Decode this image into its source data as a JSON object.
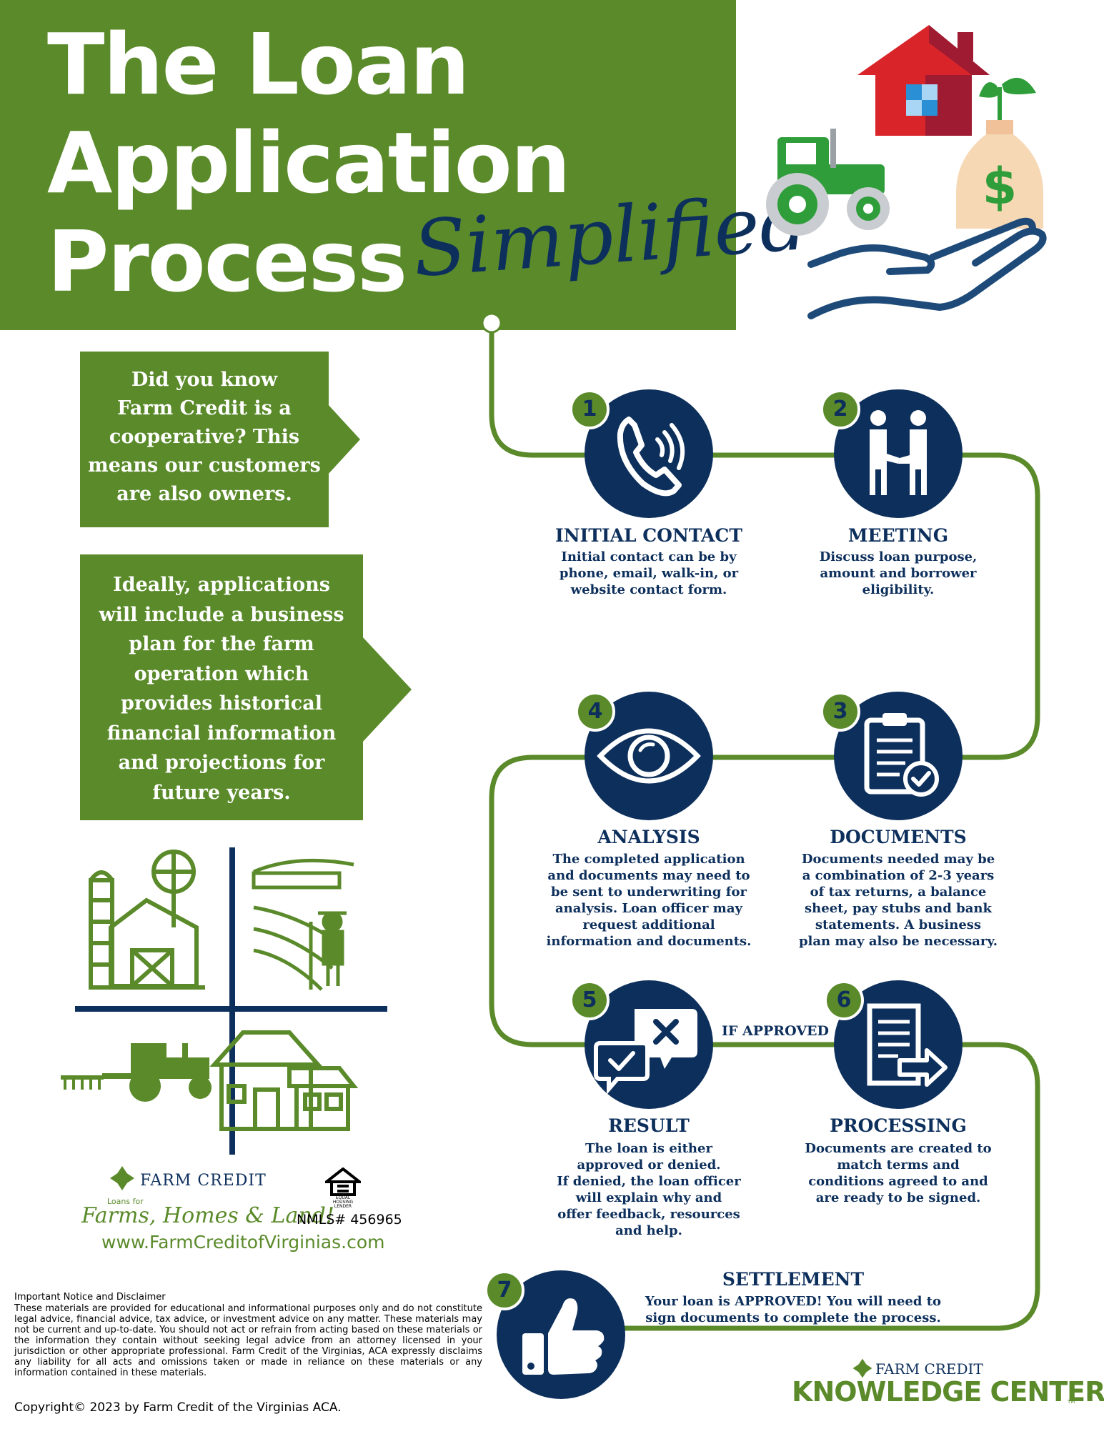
{
  "header": {
    "title_lines": [
      "The Loan",
      "Application",
      "Process"
    ],
    "title_script": "Simplified"
  },
  "callouts": [
    {
      "text": "Did you know\nFarm Credit is a\ncooperative?  This\nmeans our customers\nare also owners."
    },
    {
      "text": "Ideally, applications\nwill include a business\nplan for the farm\noperation which\nprovides historical\nfinancial information\nand projections for\nfuture years."
    }
  ],
  "steps": [
    {
      "number": "1",
      "icon": "phone-icon",
      "title": "INITIAL CONTACT",
      "description": "Initial contact can be by\nphone, email, walk-in, or\nwebsite contact form."
    },
    {
      "number": "2",
      "icon": "handshake-icon",
      "title": "MEETING",
      "description": "Discuss loan purpose,\namount and borrower\neligibility."
    },
    {
      "number": "3",
      "icon": "clipboard-check-icon",
      "title": "DOCUMENTS",
      "description": "Documents needed may be\na combination of 2-3 years\nof tax returns, a balance\nsheet, pay stubs and bank\nstatements.  A business\nplan may also be necessary."
    },
    {
      "number": "4",
      "icon": "eye-icon",
      "title": "ANALYSIS",
      "description": "The completed application\nand documents may need to\nbe sent to underwriting for\nanalysis.  Loan officer may\nrequest additional\ninformation and documents."
    },
    {
      "number": "5",
      "icon": "chat-check-x-icon",
      "title": "RESULT",
      "description": "The loan is either\napproved or denied.\nIf denied, the loan officer\nwill explain why and\noffer feedback, resources\nand help."
    },
    {
      "number": "6",
      "icon": "document-arrow-icon",
      "title": "PROCESSING",
      "description": "Documents are created to\nmatch terms and\nconditions agreed to and\nare ready to be signed."
    },
    {
      "number": "7",
      "icon": "thumbs-up-icon",
      "title": "SETTLEMENT",
      "description": "Your loan is APPROVED!  You will need to\nsign documents to complete the process."
    }
  ],
  "connector_label": "IF APPROVED",
  "branding": {
    "farm_credit": "FARM CREDIT",
    "tagline_small": "Loans for",
    "tagline": "Farms, Homes & Land!",
    "website": "www.FarmCreditofVirginias.com",
    "ehl_text": "EQUAL HOUSING LENDER",
    "nmls": "NMLS# 456965",
    "kc_brand": "FARM CREDIT",
    "kc_title": "KNOWLEDGE CENTER",
    "kc_tm": "TM"
  },
  "disclaimer": {
    "heading": "Important Notice and Disclaimer",
    "body": "These materials are provided for educational and informational purposes only and do not constitute legal advice, financial advice, tax advice, or investment advice on any matter. These materials may not be current and up-to-date. You should not act or refrain from acting based on these materials or the information they contain without seeking legal advice from an attorney licensed in your jurisdiction or other appropriate professional. Farm Credit of the Virginias, ACA expressly disclaims any liability for all acts and omissions taken or made in reliance on these materials or any information contained in these materials.",
    "copyright": "Copyright© 2023 by Farm Credit of the Virginias ACA."
  },
  "colors": {
    "green": "#5a8a2a",
    "navy": "#0d2f5c",
    "red": "#d9252a",
    "white": "#ffffff"
  }
}
